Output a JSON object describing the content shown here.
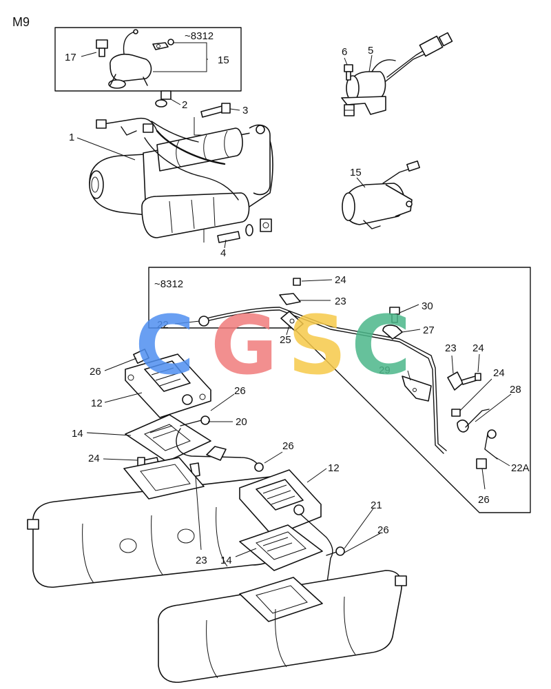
{
  "page_code": "M9",
  "watermark": {
    "letters": [
      "C",
      "G",
      "S",
      "C"
    ],
    "colors": [
      "#4f8ff0",
      "#f07c7c",
      "#f6c94a",
      "#4cb78a"
    ]
  },
  "top_inset": {
    "serial_note": "~8312"
  },
  "lower_inset": {
    "serial_note": "~8312"
  },
  "callouts": [
    "1",
    "2",
    "3",
    "4",
    "5",
    "6",
    "15",
    "17",
    "15",
    "24",
    "23",
    "22",
    "25",
    "30",
    "27",
    "23",
    "24",
    "29",
    "24",
    "28",
    "22A",
    "26",
    "26",
    "12",
    "26",
    "14",
    "20",
    "24",
    "26",
    "12",
    "23",
    "21",
    "26",
    "14"
  ],
  "icons": {
    "starter_motor": "starter-motor-icon",
    "starter_relay": "starter-relay-icon",
    "glow_plug_resistor": "resistor-block-icon",
    "intake_manifold": "intake-manifold-icon"
  }
}
